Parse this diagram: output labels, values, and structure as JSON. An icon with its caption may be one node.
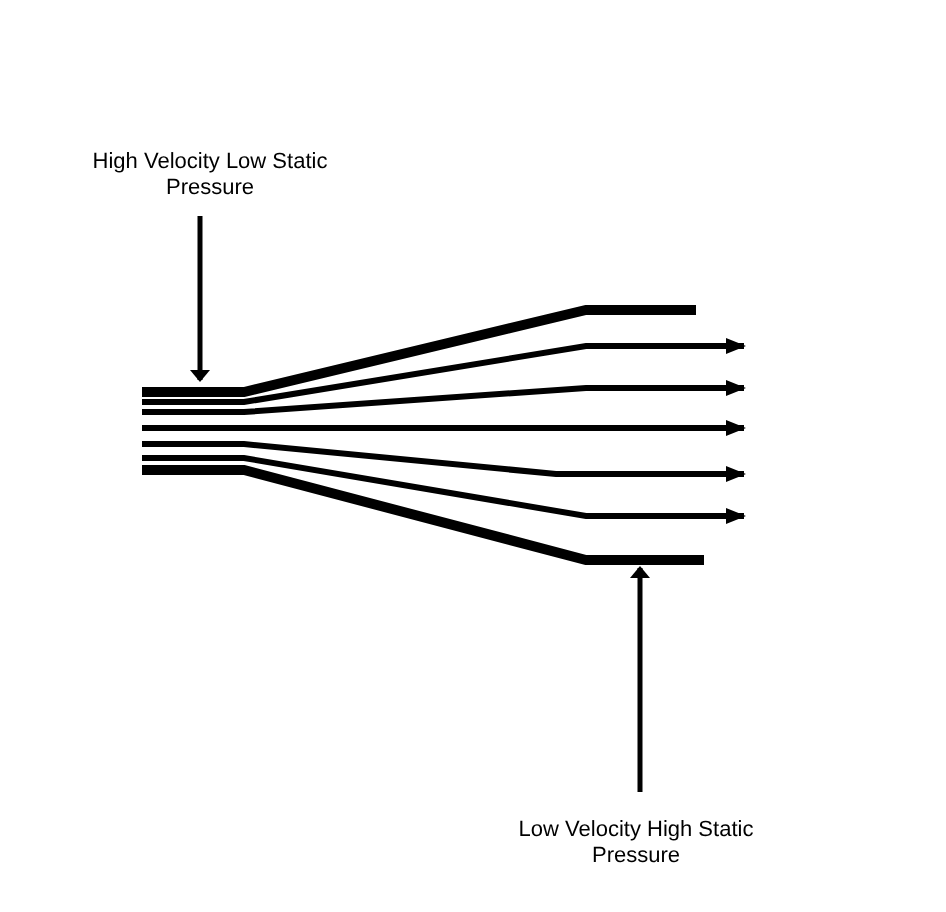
{
  "diagram": {
    "nodes": [
      {
        "text": [
          "High Velocity Low Static Pressure"
        ]
      },
      {
        "text": [
          "Low Velocity High Static Pressure"
        ]
      }
    ],
    "edges": [
      {
        "from": 0,
        "to": null,
        "arrow": "to"
      },
      {
        "from": 1,
        "to": null,
        "arrow": "to"
      }
    ]
  }
}
